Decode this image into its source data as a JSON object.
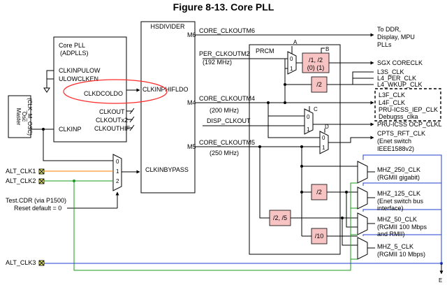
{
  "title": "Figure 8-13. Core PLL",
  "blocks": {
    "core_pll": {
      "line1": "Core PLL",
      "line2": "(ADPLLS)"
    },
    "hsdivider": "HSDIVIDER",
    "prcm": "PRCM",
    "master_osc": {
      "line1": "Master",
      "line2": "Osc",
      "line3": "(CLK_M_OSC)"
    }
  },
  "pll_ports": {
    "clkinpulow": "CLKINPULOW",
    "ulowclken": "ULOWCLKEN",
    "clkdcoldo": "CLKDCOLDO",
    "clkout": "CLKOUT",
    "clkoutx2": "CLKOUTx2",
    "clkouthif": "CLKOUTHIF",
    "clkinp": "CLKINP"
  },
  "hsdiv_ports": {
    "clkinphifldo": "CLKINPHIFLDO",
    "clkinbypass": "CLKINBYPASS",
    "m6": "M6",
    "m4": "M4",
    "m5": "M5"
  },
  "signals": {
    "core_clkoutm6": "CORE_CLKOUTM6",
    "per_clkoutm2": "PER_CLKOUTM2",
    "per_freq": "(192 MHz)",
    "core_clkoutm4": "CORE_CLKOUTM4",
    "m4_freq": "(200 MHz)",
    "disp_clkout": "DISP_CLKOUT",
    "core_clkoutm5": "CORE_CLKOUTM5",
    "m5_freq": "(250 MHz)"
  },
  "inputs": {
    "alt_clk1": "ALT_CLK1",
    "alt_clk2": "ALT_CLK2",
    "alt_clk3": "ALT_CLK3",
    "testcdr1": "Test.CDR (via P1500)",
    "testcdr2": "Reset default = 0"
  },
  "mux_labels": {
    "a": "A",
    "b": "B",
    "c": "C",
    "d": "D",
    "e": "E",
    "sel0": "0",
    "sel1": "1",
    "sel2": "2"
  },
  "dividers": {
    "div12": {
      "line1": "/1, /2",
      "line2": "(0) (1)"
    },
    "div2a": "/2",
    "div2b": "/2",
    "div25": "/2, /5",
    "div10": "/10"
  },
  "outputs": {
    "ddr": {
      "line1": "To DDR,",
      "line2": "Display, MPU",
      "line3": "PLLs"
    },
    "sgx": "SGX CORECLK",
    "l3s": "L3S_CLK",
    "l4per": "L4_PER_CLK",
    "l4wkup": "L4_WKUP_CLK",
    "l3f": "L3F_CLK",
    "l4f": "L4F_CLK",
    "pru_iep": "PRU-ICSS_IEP_CLK",
    "debugss": "Debugss_clka",
    "pru_ocp": "PRU-ICSS OCP_CLKL",
    "cpts": {
      "line1": "CPTS_RFT_CLK",
      "line2": "(Enet switch",
      "line3": "IEEE1588v2)"
    },
    "mhz250": {
      "line1": "MHZ_250_CLK",
      "line2": "(RGMII gigabit)"
    },
    "mhz125": {
      "line1": "MHZ_125_CLK",
      "line2": "(Enet switch bus",
      "line3": "interface)"
    },
    "mhz50": {
      "line1": "MHZ_50_CLK",
      "line2": "(RGMII 100 Mbps",
      "line3": "and RMII)"
    },
    "mhz5": {
      "line1": "MHZ_5_CLK",
      "line2": "(RGMII 10 Mbps)"
    }
  },
  "colors": {
    "pll_fill": "#d9f7c0",
    "hsdiv_fill": "#2bc5d3",
    "osc_fill": "#a9d3f2",
    "divider_fill": "#f7c3c3",
    "highlight": "#ff2a2a",
    "alt_clk1_wire": "#ff7f00",
    "alt_clk2_wire": "#1a9a1a",
    "alt_clk3_wire": "#1f3fd0",
    "pin_fill": "#ffff66"
  }
}
